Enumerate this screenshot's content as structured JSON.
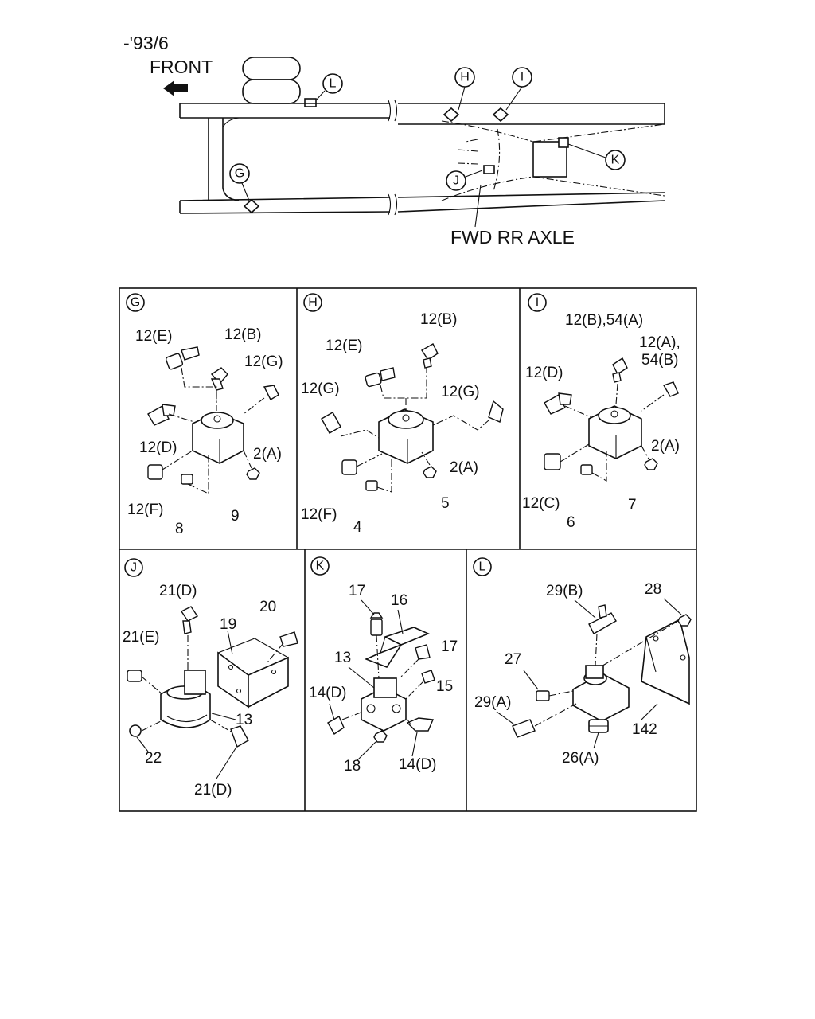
{
  "header": {
    "model_code": "-'93/6",
    "front_label": "FRONT",
    "axle_label": "FWD RR AXLE"
  },
  "overview_markers": [
    "L",
    "H",
    "I",
    "K",
    "G",
    "J"
  ],
  "panels": [
    {
      "id": "G",
      "labels": [
        "12(E)",
        "12(B)",
        "12(G)",
        "12(D)",
        "2(A)",
        "12(F)",
        "8",
        "9"
      ]
    },
    {
      "id": "H",
      "labels": [
        "12(B)",
        "12(E)",
        "12(G)",
        "12(G)",
        "2(A)",
        "12(F)",
        "4",
        "5"
      ]
    },
    {
      "id": "I",
      "labels": [
        "12(B),54(A)",
        "12(A),",
        "54(B)",
        "12(D)",
        "2(A)",
        "12(C)",
        "6",
        "7"
      ]
    },
    {
      "id": "J",
      "labels": [
        "21(D)",
        "20",
        "21(E)",
        "19",
        "13",
        "22",
        "21(D)"
      ]
    },
    {
      "id": "K",
      "labels": [
        "17",
        "16",
        "17",
        "13",
        "15",
        "14(D)",
        "18",
        "14(D)"
      ]
    },
    {
      "id": "L",
      "labels": [
        "29(B)",
        "28",
        "27",
        "29(A)",
        "142",
        "26(A)"
      ]
    }
  ]
}
